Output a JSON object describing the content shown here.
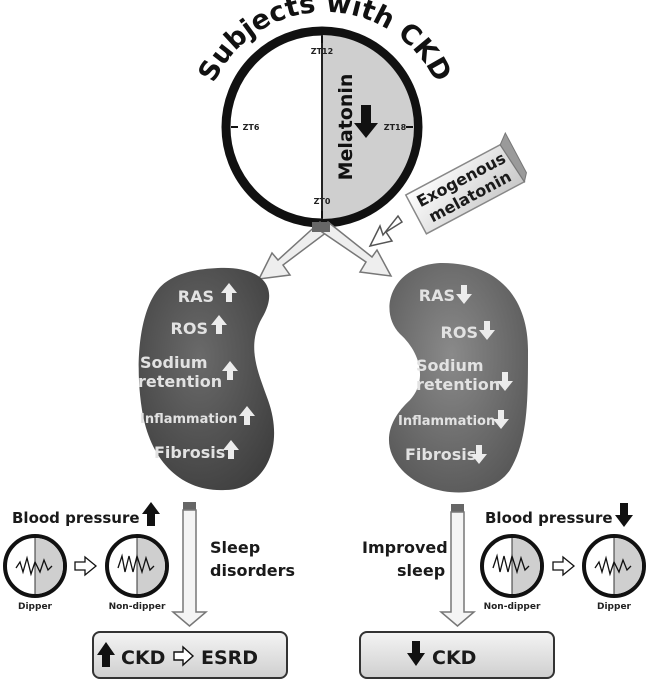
{
  "title": "Subjects with CKD",
  "clock": {
    "ticks": [
      "ZT12",
      "ZT18",
      "ZT0",
      "ZT6"
    ],
    "melatonin": "Melatonin"
  },
  "exogenous": [
    "Exogenous",
    "melatonin"
  ],
  "left_kidney": {
    "items": [
      "RAS",
      "ROS",
      "Sodium",
      "retention",
      "Inflammation",
      "Fibrosis"
    ],
    "direction": "up"
  },
  "right_kidney": {
    "items": [
      "RAS",
      "ROS",
      "Sodium",
      "retention",
      "Inflammation",
      "Fibrosis"
    ],
    "direction": "down"
  },
  "left_bottom": {
    "bp_label": "Blood pressure",
    "from": "Dipper",
    "to": "Non-dipper",
    "arrow_text": [
      "Sleep",
      "disorders"
    ],
    "outcome_a": "CKD",
    "outcome_b": "ESRD"
  },
  "right_bottom": {
    "bp_label": "Blood pressure",
    "from": "Non-dipper",
    "to": "Dipper",
    "arrow_text": [
      "Improved",
      "sleep"
    ],
    "outcome": "CKD"
  },
  "colors": {
    "kidney_left": "#555555",
    "kidney_right": "#6e6e6e",
    "clock_shade": "#cfcfcf",
    "box_fill": "#e0e0e0"
  }
}
